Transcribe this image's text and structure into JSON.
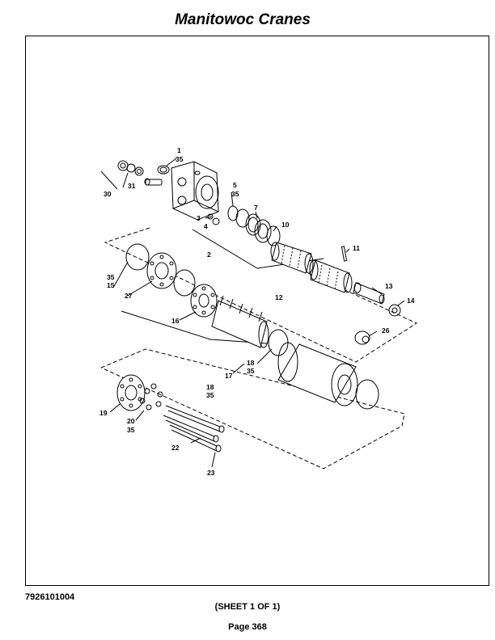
{
  "header": {
    "title": "Manitowoc Cranes"
  },
  "footer": {
    "document_number": "7926101004",
    "sheet": "(SHEET 1 OF 1)",
    "page": "Page 368"
  },
  "callouts": {
    "c1": "1",
    "c35a": "35",
    "c30": "30",
    "c31": "31",
    "c3": "3",
    "c4": "4",
    "c5": "5",
    "c35b": "35",
    "c7": "7",
    "c10": "10",
    "c2": "2",
    "c11": "11",
    "c35c": "35",
    "c15": "15",
    "c27": "27",
    "c12": "12",
    "c13": "13",
    "c14": "14",
    "c16": "16",
    "c26": "26",
    "c18a": "18",
    "c35d": "35",
    "c17": "17",
    "c18b": "18",
    "c35e": "35",
    "c19": "19",
    "c20": "20",
    "c35f": "35",
    "c22": "22",
    "c23": "23"
  }
}
